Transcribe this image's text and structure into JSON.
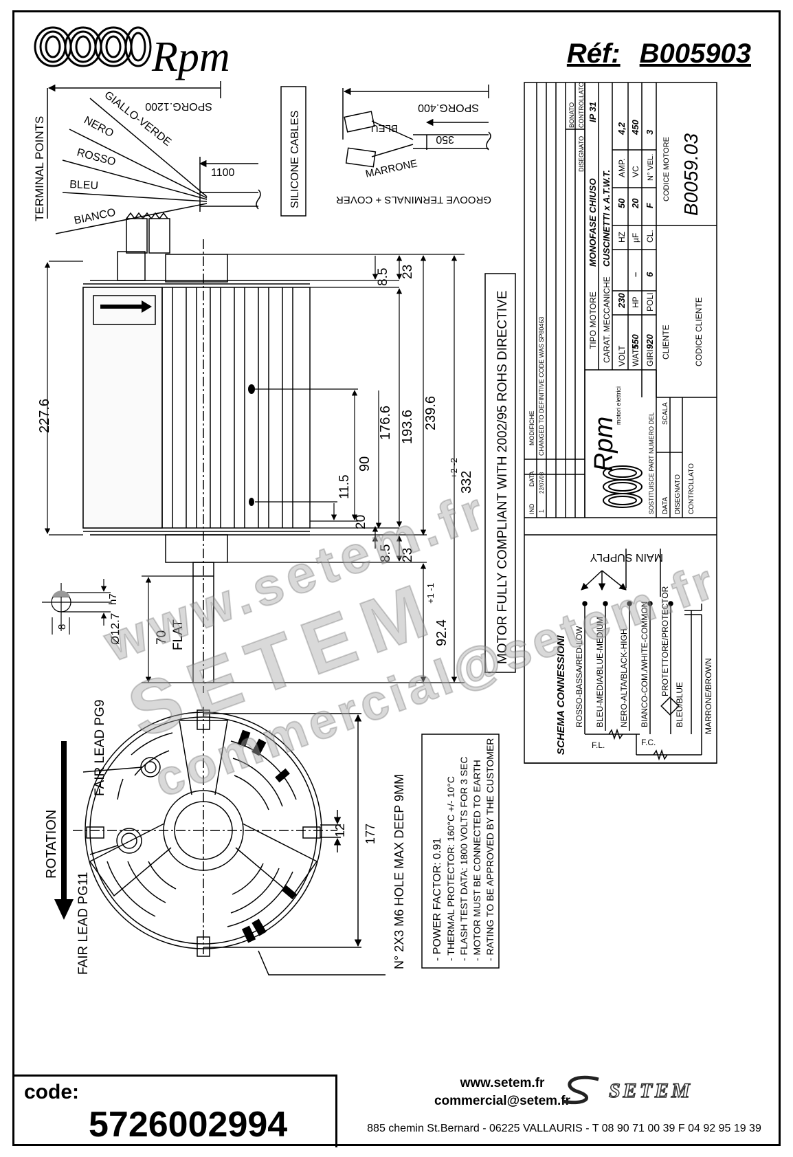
{
  "header": {
    "brand": "Rpm",
    "ref_label": "Réf:",
    "ref_value": "B005903"
  },
  "drawing": {
    "terminal_points": "TERMINAL POINTS",
    "sporg_1200": "SPORG.1200",
    "wire_giallo_verde": "GIALLO-VERDE",
    "wire_nero": "NERO",
    "wire_rosso": "ROSSO",
    "wire_bleu": "BLEU",
    "wire_bianco": "BIANCO",
    "dim_1100": "1100",
    "silicone_cables": "SILICONE CABLES",
    "sporg_400": "SPORG.400",
    "wire_bleu_2": "BLEU",
    "dim_350": "350",
    "wire_marrone": "MARRONE",
    "groove_terminals": "GROOVE TERMINALS + COVER",
    "dim_227_6": "227.6",
    "dim_8_5_top": "8.5",
    "dim_23_top": "23",
    "dim_176_6": "176.6",
    "dim_193_6": "193.6",
    "dim_239_6": "239.6",
    "dim_332": "332",
    "dim_332_tol": "+2 -2",
    "dim_90": "90",
    "dim_11_5": "11.5",
    "dim_20": "20",
    "dim_8_5_bottom": "8.5",
    "dim_23_bottom": "23",
    "dim_92_4": "92.4",
    "dim_92_4_tol": "+1 -1",
    "dim_70": "70",
    "flat": "FLAT",
    "dim_h7": "h7",
    "dim_12_7": "Ø12.7",
    "dim_8": "8",
    "rohs": "MOTOR FULLY COMPLIANT WITH 2002/95 ROHS DIRECTIVE",
    "fair_lead_pg9": "FAIR LEAD PG9",
    "fair_lead_pg11": "FAIR LEAD PG11",
    "rotation": "ROTATION",
    "dim_12": "12",
    "dim_177": "177",
    "hole_note": "N° 2X3 M6 HOLE MAX DEEP 9MM"
  },
  "notes": [
    "- POWER FACTOR: 0.91",
    "- THERMAL PROTECTOR: 160°C +/- 10°C",
    "- FLASH TEST DATA: 1800 VOLTS FOR 3 SEC",
    "- MOTOR MUST BE CONNECTED TO EARTH",
    "- RATING TO BE APPROVED BY THE CUSTOMER"
  ],
  "schema": {
    "title": "SCHEMA CONNESSIONI",
    "main_supply": "MAIN SUPPLY",
    "w1": "ROSSO-BASSA/RED-LOW",
    "w2": "BLEU-MEDIA/BLUE-MEDIUM",
    "w3": "NERO-ALTA/BLACK-HIGH",
    "w4": "BIANCO-COM./WHITE-COMMON",
    "w5": "PROTETTORE/PROTECTOR",
    "w6": "BLEU/BLUE",
    "w7": "MARRONE/BROWN",
    "fl": "F.L.",
    "fc": "F.C."
  },
  "title_block": {
    "controllato": "CONTROLLATO",
    "bonato": "BONATO",
    "disegnato": "DISEGNATO",
    "ip": "IP 31",
    "tipo_motore": "TIPO MOTORE",
    "tipo_value": "MONOFASE CHIUSO",
    "carat": "CARAT. MECCANICHE",
    "carat_value": "CUSCINETTI x A.T.W.T.",
    "volt_label": "VOLT",
    "volt": "230",
    "hz_label": "HZ",
    "hz": "50",
    "amp_label": "AMP.",
    "amp": "4,2",
    "watt_label": "WATT",
    "watt": "550",
    "hp_label": "HP",
    "hp": "–",
    "uf_label": "µF",
    "uf": "20",
    "vc_label": "VC",
    "vc": "450",
    "giri_label": "GIRI",
    "giri": "920",
    "poli_label": "POLI",
    "poli": "6",
    "cl_label": "CL.",
    "cl": "F",
    "nvel_label": "N° VEL.",
    "nvel": "3",
    "codice_motore_label": "CODICE MOTORE",
    "codice_motore": "B0059.03",
    "cliente": "CLIENTE",
    "codice_cliente": "CODICE CLIENTE",
    "rev_ind": "IND",
    "rev_data": "DATA",
    "rev_modifiche": "MODIFICHE",
    "rev1_ind": "1",
    "rev1_data": "22/07/08",
    "rev1_text": "CHANGED TO DEFINITIVE CODE   WAS SP80463",
    "rpm_brand": "Rpm",
    "motori": "motori elettrici",
    "sostituisce": "SOSTITUISCE PART NUMERO DEL",
    "scala": "SCALA",
    "data": "DATA",
    "disegnato2": "DISEGNATO",
    "controllato2": "CONTROLLATO"
  },
  "footer": {
    "code_label": "code:",
    "code_value": "5726002994",
    "web": "www.setem.fr",
    "mail": "commercial@setem.fr",
    "address": "885 chemin St.Bernard  -  06225 VALLAURIS  -  T 08 90 71 00 39   F 04 92 95 19 39",
    "logo": "SETEM"
  },
  "watermark": {
    "line1": "www.setem.fr",
    "line2": "SETEM",
    "line3": "commercial@setem.fr"
  }
}
